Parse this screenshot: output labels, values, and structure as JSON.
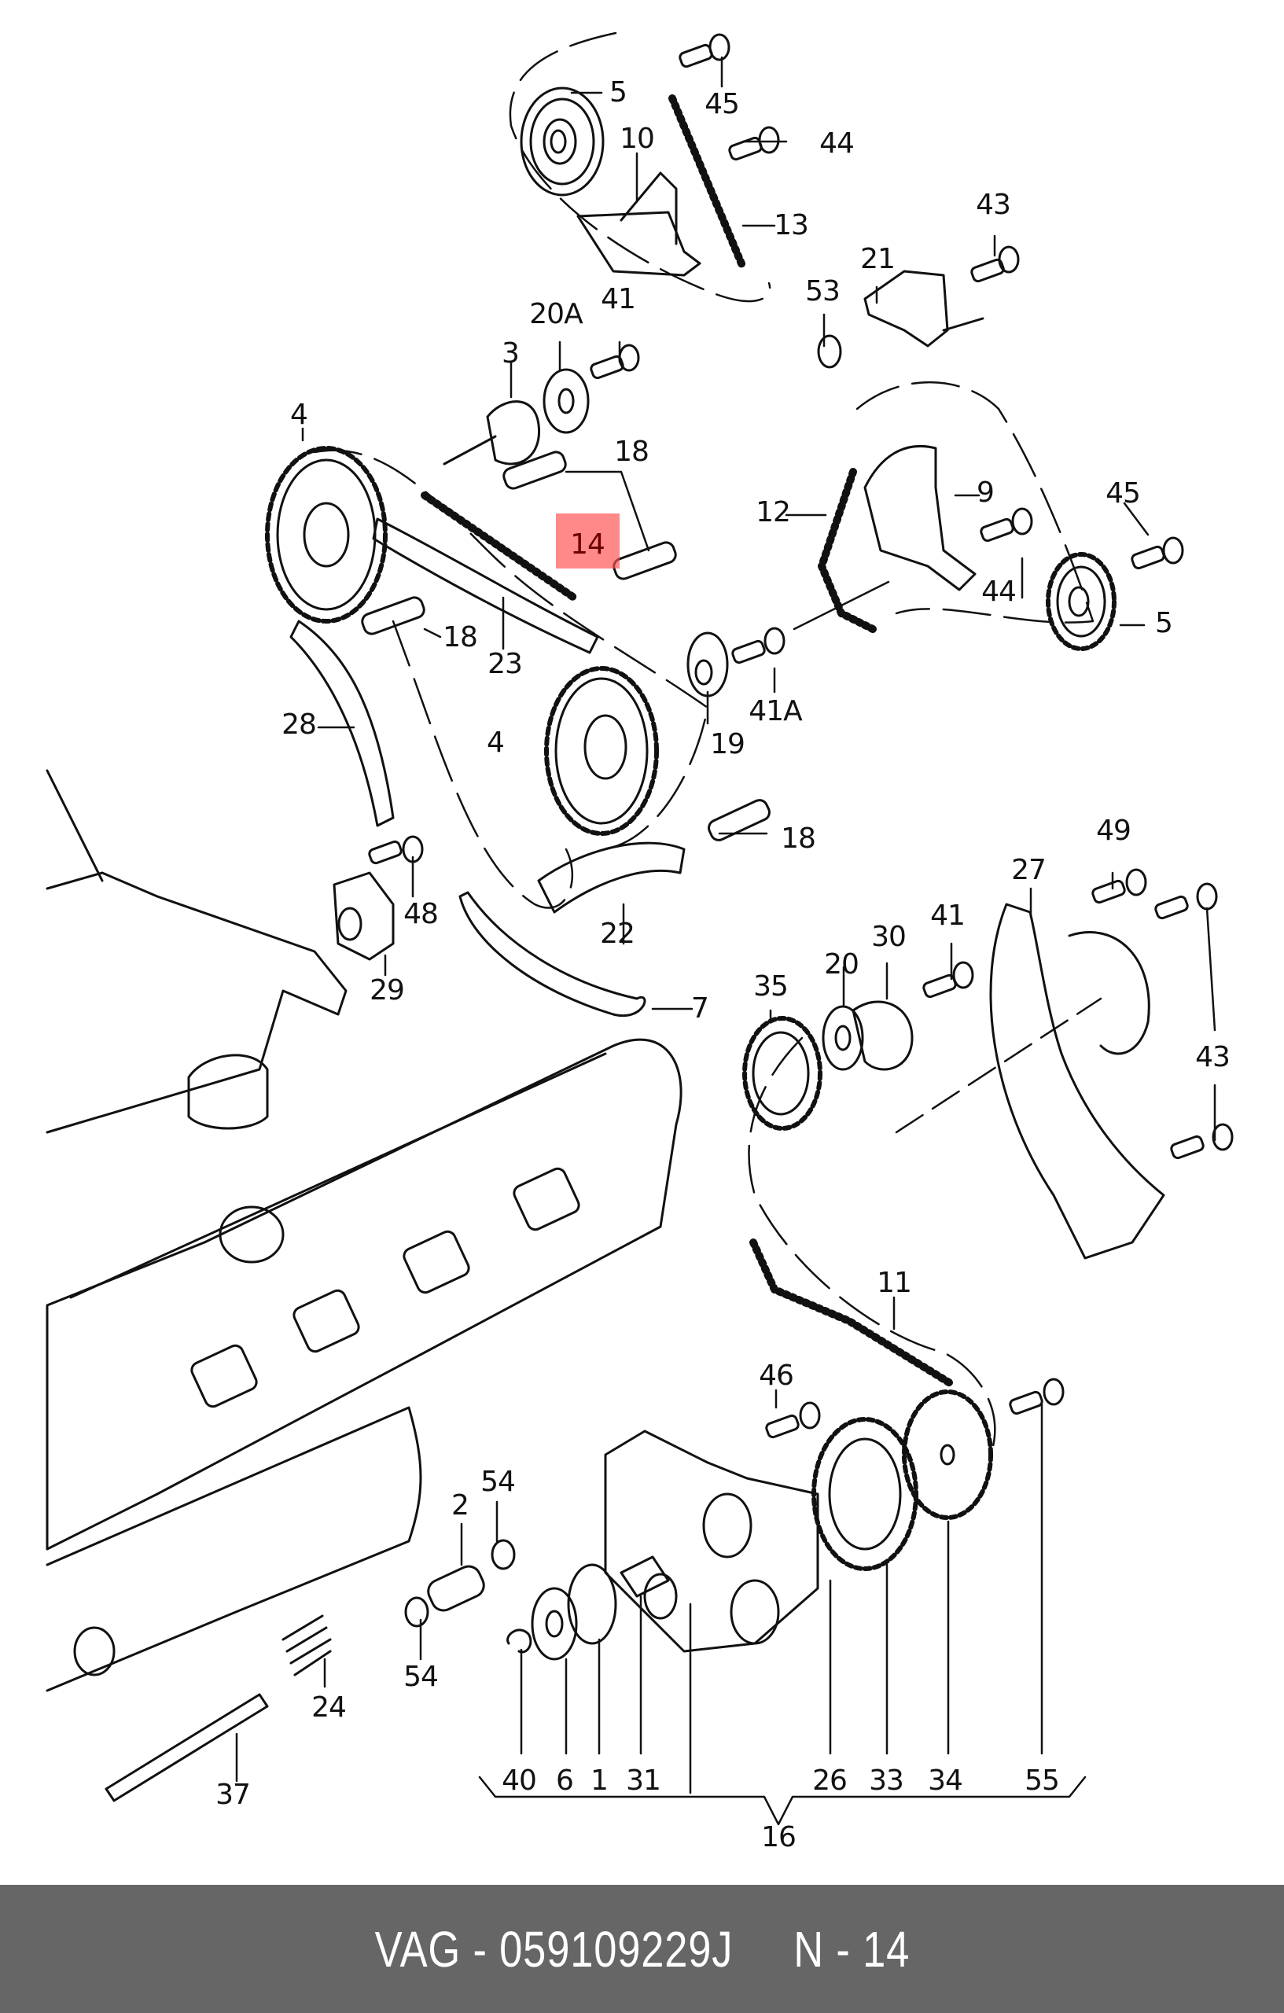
{
  "diagram": {
    "title": "Timing chain drive exploded parts diagram",
    "highlighted_part": "14",
    "highlight_color": "#ff5050",
    "callouts": [
      {
        "id": "c5a",
        "label": "5",
        "part": "camshaft sprocket"
      },
      {
        "id": "c45a",
        "label": "45",
        "part": "bolt"
      },
      {
        "id": "c10",
        "label": "10",
        "part": "chain tensioner"
      },
      {
        "id": "c44a",
        "label": "44",
        "part": "bolt"
      },
      {
        "id": "c13",
        "label": "13",
        "part": "chain"
      },
      {
        "id": "c43a",
        "label": "43",
        "part": "bolt"
      },
      {
        "id": "c21",
        "label": "21",
        "part": "chain tensioner"
      },
      {
        "id": "c53",
        "label": "53",
        "part": "seal ring"
      },
      {
        "id": "c20A",
        "label": "20A",
        "part": "washer"
      },
      {
        "id": "c41a",
        "label": "41",
        "part": "bolt"
      },
      {
        "id": "c3",
        "label": "3",
        "part": "idler bushing"
      },
      {
        "id": "c4a",
        "label": "4",
        "part": "sprocket"
      },
      {
        "id": "c18a",
        "label": "18",
        "part": "guide pin"
      },
      {
        "id": "c14",
        "label": "14",
        "part": "timing chain (highlighted)"
      },
      {
        "id": "c12",
        "label": "12",
        "part": "chain"
      },
      {
        "id": "c9",
        "label": "9",
        "part": "chain tensioner"
      },
      {
        "id": "c45b",
        "label": "45",
        "part": "bolt"
      },
      {
        "id": "c44b",
        "label": "44",
        "part": "bolt"
      },
      {
        "id": "c5b",
        "label": "5",
        "part": "camshaft sprocket"
      },
      {
        "id": "c18b",
        "label": "18",
        "part": "guide pin"
      },
      {
        "id": "c23",
        "label": "23",
        "part": "chain guide rail"
      },
      {
        "id": "c28",
        "label": "28",
        "part": "chain guide rail"
      },
      {
        "id": "c4b",
        "label": "4",
        "part": "sprocket"
      },
      {
        "id": "c19",
        "label": "19",
        "part": "idler gear"
      },
      {
        "id": "c41A",
        "label": "41A",
        "part": "bolt"
      },
      {
        "id": "c18c",
        "label": "18",
        "part": "guide pin"
      },
      {
        "id": "c49",
        "label": "49",
        "part": "bolt"
      },
      {
        "id": "c27",
        "label": "27",
        "part": "chain guide"
      },
      {
        "id": "c48",
        "label": "48",
        "part": "bolt"
      },
      {
        "id": "c22",
        "label": "22",
        "part": "chain guide rail"
      },
      {
        "id": "c29",
        "label": "29",
        "part": "bearing flange"
      },
      {
        "id": "c41b",
        "label": "41",
        "part": "bolt"
      },
      {
        "id": "c30",
        "label": "30",
        "part": "idler bushing"
      },
      {
        "id": "c20",
        "label": "20",
        "part": "washer"
      },
      {
        "id": "c35",
        "label": "35",
        "part": "sprocket"
      },
      {
        "id": "c7",
        "label": "7",
        "part": "gasket"
      },
      {
        "id": "c43b",
        "label": "43",
        "part": "bolt"
      },
      {
        "id": "c11",
        "label": "11",
        "part": "chain"
      },
      {
        "id": "c46",
        "label": "46",
        "part": "bolt"
      },
      {
        "id": "c54a",
        "label": "54",
        "part": "o-ring"
      },
      {
        "id": "c2",
        "label": "2",
        "part": "sleeve"
      },
      {
        "id": "c54b",
        "label": "54",
        "part": "o-ring"
      },
      {
        "id": "c24",
        "label": "24",
        "part": "spring"
      },
      {
        "id": "c37",
        "label": "37",
        "part": "shaft"
      },
      {
        "id": "c40",
        "label": "40",
        "part": "circlip"
      },
      {
        "id": "c6",
        "label": "6",
        "part": "washer"
      },
      {
        "id": "c1",
        "label": "1",
        "part": "o-ring"
      },
      {
        "id": "c31",
        "label": "31",
        "part": "shaft"
      },
      {
        "id": "c26",
        "label": "26",
        "part": "oil pump housing"
      },
      {
        "id": "c33",
        "label": "33",
        "part": "gear"
      },
      {
        "id": "c34",
        "label": "34",
        "part": "sprocket"
      },
      {
        "id": "c55",
        "label": "55",
        "part": "bolt"
      },
      {
        "id": "c16",
        "label": "16",
        "part": "oil pump assembly"
      }
    ]
  },
  "footer": {
    "brand": "VAG",
    "part_number": "059109229J",
    "position_label": "N",
    "position_number": "14",
    "text": "VAG - 059109229J     N - 14"
  }
}
